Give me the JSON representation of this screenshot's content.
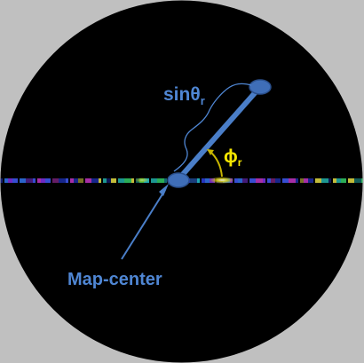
{
  "diagram": {
    "background_color": "#c0c0c0",
    "disc_color": "#000000",
    "stick_color": "#4a7ec8",
    "label_color": "#4f86d3",
    "angle_color": "#f5e600",
    "labels": {
      "sin_base": "sinθ",
      "sin_sub": "r",
      "phi_base": "ϕ",
      "phi_sub": "r",
      "map_center": "Map-center"
    },
    "strip_colors": [
      "#2a3bd1",
      "#1fa6a0",
      "#b833b8",
      "#2f6fe0",
      "#30c060",
      "#1a2a9a",
      "#7a2fd8",
      "#20b8c8",
      "#d8d040",
      "#3c55e8"
    ]
  }
}
